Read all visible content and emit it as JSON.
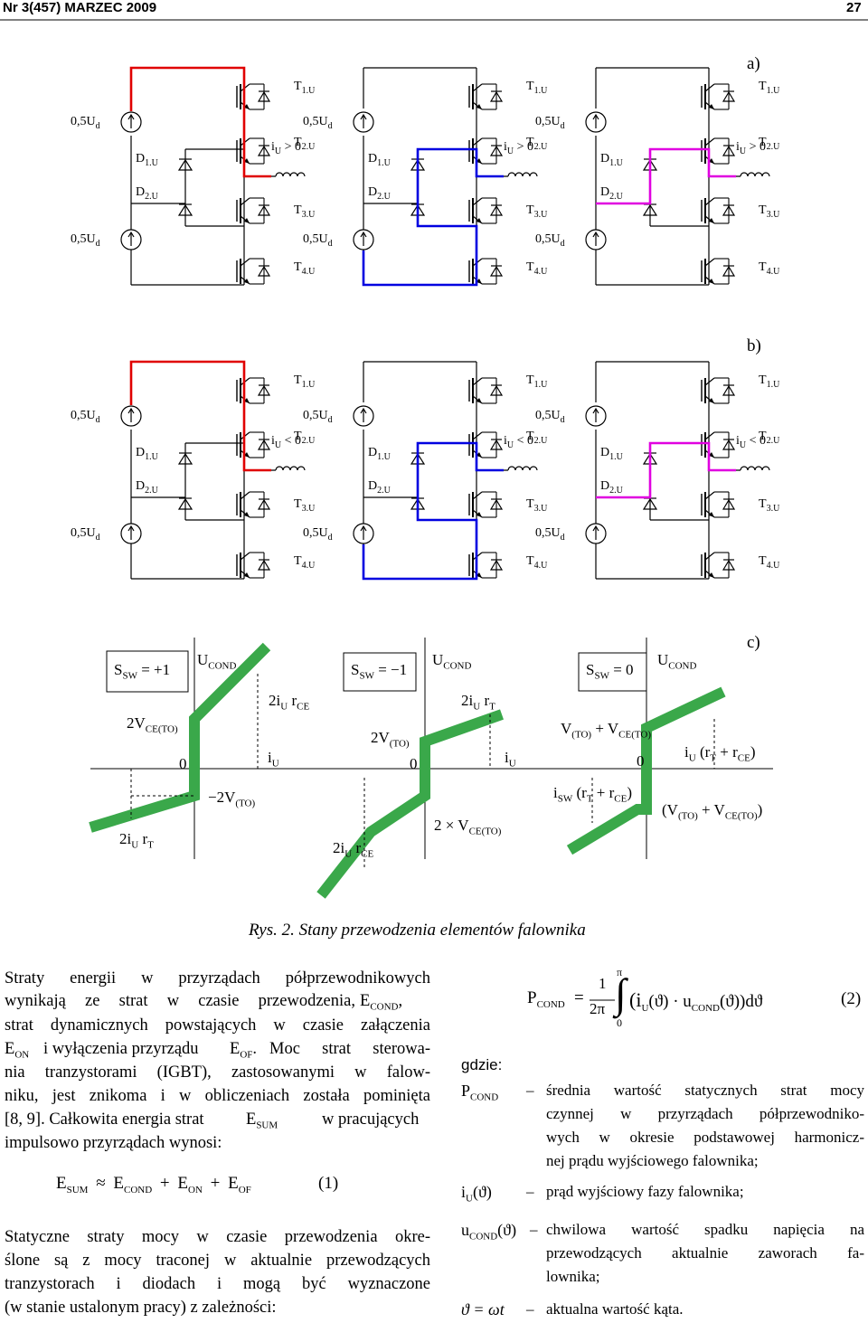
{
  "header": {
    "left": "Nr 3(457) MARZEC 2009",
    "page_number": "27"
  },
  "panel_labels": {
    "a": "a)",
    "b": "b)",
    "c": "c)"
  },
  "circuit_labels": {
    "source": "0,5U",
    "source_sub": "d",
    "transistors": [
      {
        "base": "T",
        "sub": "1.U"
      },
      {
        "base": "T",
        "sub": "2.U"
      },
      {
        "base": "T",
        "sub": "3.U"
      },
      {
        "base": "T",
        "sub": "4.U"
      }
    ],
    "diodes": [
      {
        "base": "D",
        "sub": "1.U"
      },
      {
        "base": "D",
        "sub": "2.U"
      }
    ],
    "current_positive": "i",
    "current_sub": "U",
    "positive_rel": "> 0",
    "negative_rel": "< 0"
  },
  "circuit_colors": {
    "row_a_left": "#e00000",
    "row_a_middle": "#0000e0",
    "row_a_right": "#e000e0",
    "row_b_left": "#e00000",
    "row_b_middle": "#0000e0",
    "row_b_right": "#e000e0",
    "characteristic": "#3aa84a"
  },
  "characteristics": [
    {
      "state": "S_SW = +1",
      "labels": [
        "U_COND",
        "2i_U r_CE",
        "2V_CE(TO)",
        "0",
        "i_U",
        "-2V_(TO)",
        "2i_U r_T"
      ]
    },
    {
      "state": "S_SW = -1",
      "labels": [
        "U_COND",
        "2i_U r_T",
        "2V_(TO)",
        "0",
        "i_U",
        "2 × V_CE(TO)",
        "2i_U r_CE"
      ]
    },
    {
      "state": "S_SW = 0",
      "labels": [
        "U_COND",
        "V_(TO) + V_CE(TO)",
        "0",
        "i_U (r_T + r_CE)",
        "i_SW (r_T + r_CE)",
        "(V_(TO) + V_CE(TO))"
      ]
    }
  ],
  "char_text": {
    "S": "S",
    "SW": "SW",
    "eq_p1": "= +1",
    "eq_m1": "= −1",
    "eq_0": "= 0",
    "U": "U",
    "COND": "COND",
    "zero": "0",
    "two_i": "2i",
    "U_sub": "U",
    "r": "r",
    "CE": "CE",
    "T": "T",
    "i": "i",
    "two_V": "2V",
    "CE_TO": "CE(TO)",
    "TO": "(TO)",
    "minus_two_V": "−2V",
    "two_times": "2 × V",
    "V": "V",
    "plus_V": "+ V",
    "rT_plus": "(r",
    "plus_r": "+ r",
    "close": ")",
    "SW_sub": "SW",
    "open_V": "(V"
  },
  "caption": "Rys. 2. Stany przewodzenia elementów falownika",
  "left_column": {
    "para1_lines": [
      "Straty energii w przyrządach półprzewodnikowych",
      "wynikają ze strat w czasie przewodzenia,",
      "strat dynamicznych powstających w czasie załączenia",
      "i wyłączenia przyrządu",
      "Moc strat sterowa-",
      "nia tranzystorami (IGBT), zastosowanymi w falow-",
      "niku, jest znikoma i w obliczeniach została pominięta",
      "[8, 9]. Całkowita energia strat",
      "w pracujących",
      "impulsowo przyrządach wynosi:"
    ],
    "para2_lines": [
      "Statyczne straty mocy w czasie przewodzenia okre-",
      "ślone są z mocy traconej w aktualnie przewodzących",
      "tranzystorach i diodach i mogą być wyznaczone",
      "(w stanie ustalonym pracy) z zależności:"
    ],
    "sym_E": "E",
    "sub_COND": "COND",
    "sub_ON": "ON",
    "sub_OF": "OF",
    "sub_SUM": "SUM",
    "comma": ",",
    "dot": ".",
    "eq1": {
      "lhs": "E",
      "lhs_sub": "SUM",
      "approx": "≈",
      "t1": "E",
      "t1_sub": "COND",
      "plus": "+",
      "t2": "E",
      "t2_sub": "ON",
      "t3": "E",
      "t3_sub": "OF",
      "number": "(1)"
    }
  },
  "right_column": {
    "eq2": {
      "P": "P",
      "P_sub": "COND",
      "eq": "=",
      "one": "1",
      "two_pi": "2π",
      "upper": "π",
      "lower": "0",
      "integrand": "(i",
      "U": "U",
      "theta": "(ϑ)",
      "u": "u",
      "COND": "COND",
      "theta2": "(ϑ))dϑ",
      "number": "(2)"
    },
    "gdzie": "gdzie:",
    "defs": [
      {
        "sym": "P",
        "sub": "COND",
        "arg": "",
        "dash": "–",
        "lines": [
          "średnia wartość statycznych strat mocy",
          "czynnej w przyrządach półprzewodniko-",
          "wych w okresie podstawowej harmonicz-",
          "nej prądu wyjściowego falownika;"
        ]
      },
      {
        "sym": "i",
        "sub": "U",
        "arg": "(ϑ)",
        "dash": "–",
        "lines": [
          "prąd wyjściowy fazy falownika;"
        ]
      },
      {
        "sym": "u",
        "sub": "COND",
        "arg": "(ϑ)",
        "dash": "–",
        "lines": [
          "chwilowa wartość spadku napięcia na",
          "przewodzących aktualnie zaworach fa-",
          "lownika;"
        ]
      },
      {
        "sym": "ϑ = ωt",
        "sub": "",
        "arg": "",
        "dash": "–",
        "lines": [
          "aktualna wartość kąta."
        ]
      }
    ]
  }
}
